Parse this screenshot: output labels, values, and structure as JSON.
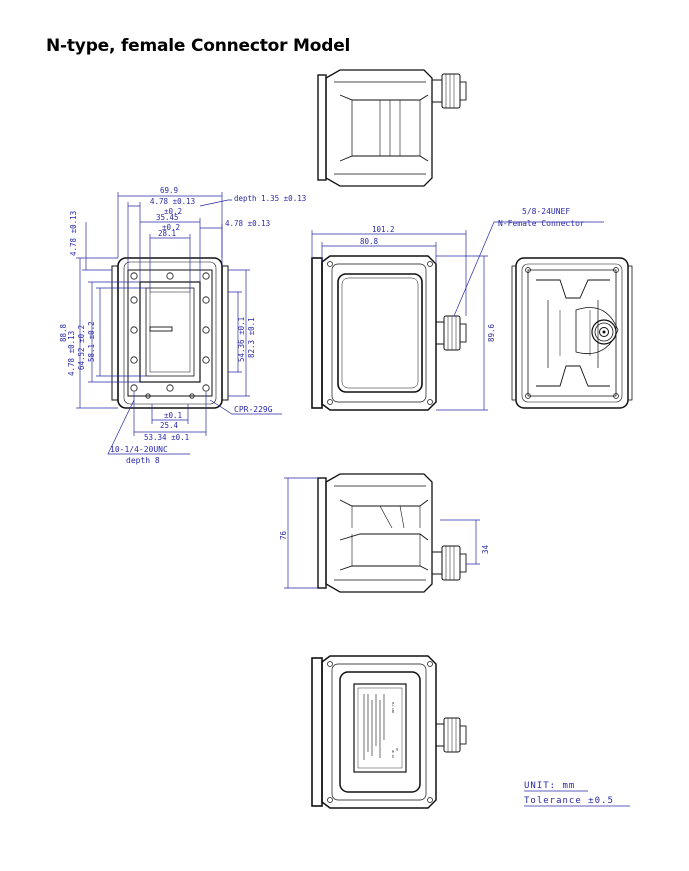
{
  "title": "N-type, female Connector Model",
  "front_view": {
    "dims": {
      "width_overall": "69.9",
      "flange_edge": "4.78 ±0.13",
      "tol1": "±0.2",
      "width_35": "35.45",
      "tol2": "±0.2",
      "width_28": "28.1",
      "depth": "depth 1.35 ±0.13",
      "edge_right": "4.78 ±0.13",
      "edge_left": "4.78 ±0.13",
      "h_88": "88.8",
      "h_478": "4.78 ±0.13",
      "h_645": "64.52 ±0.2",
      "h_581": "58.1 ±0.2",
      "h_5436": "54.36 ±0.1",
      "h_823": "82.3 ±0.1",
      "tol3": "±0.1",
      "w_254": "25.4",
      "w_5334": "53.34 ±0.1",
      "flange_type": "CPR-229G",
      "thread": "10-1/4-20UNC",
      "thread_depth": "depth 8"
    }
  },
  "side_view": {
    "dims": {
      "length": "101.2",
      "inner": "80.8",
      "height": "89.6",
      "connector_thread": "5/8-24UNEF",
      "connector_type": "N-Female Connector"
    }
  },
  "bottom_view": {
    "dims": {
      "height": "76",
      "offset": "34"
    }
  },
  "label_view": {
    "lines": [
      "PLL LNB",
      "CE",
      "UK CA"
    ]
  },
  "footer": {
    "unit": "UNIT: mm",
    "tolerance": "Tolerance ±0.5"
  }
}
